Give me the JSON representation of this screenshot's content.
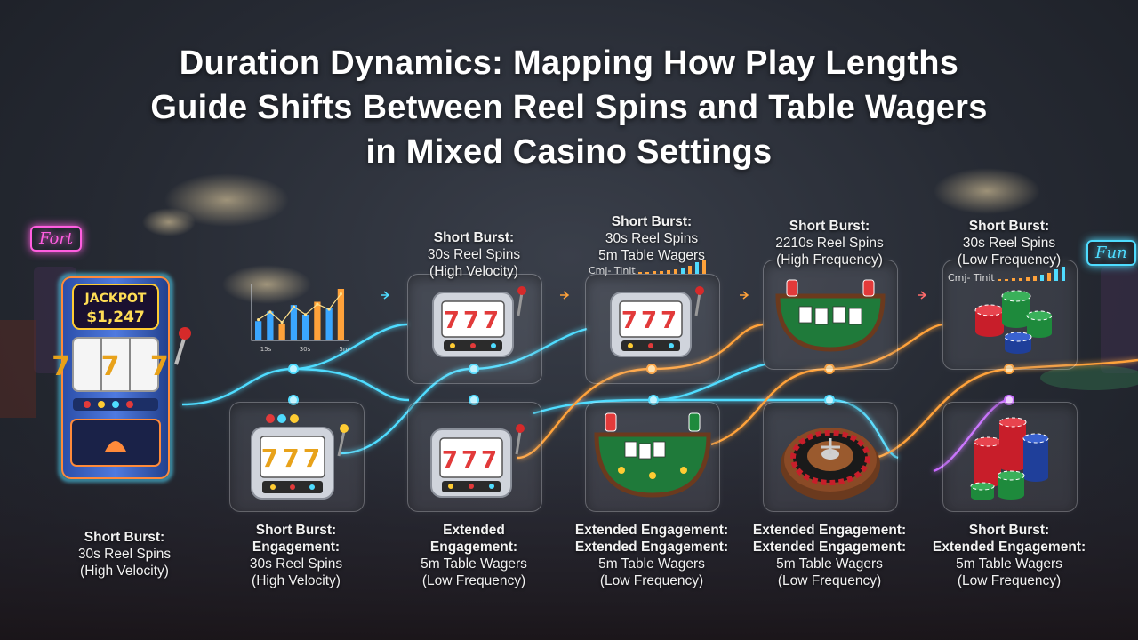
{
  "title": {
    "line1": "Duration Dynamics: Mapping How Play Lengths",
    "line2": "Guide Shifts Between Reel Spins and Table Wagers",
    "line3": "in Mixed Casino Settings"
  },
  "slot_machine": {
    "jackpot_label": "JACKPOT",
    "jackpot_amount": "$1,247",
    "reels": "7 7 7"
  },
  "neon_signs": {
    "left": "Fort",
    "right": "Fun"
  },
  "small_chart": {
    "values": [
      30,
      45,
      25,
      55,
      40,
      60,
      50,
      80
    ],
    "tick_labels": [
      "15s",
      "30s",
      "5m"
    ]
  },
  "top_cards": [
    {
      "icon": "slot-machine",
      "lines": [
        "Short Burst:",
        "30s Reel Spins",
        "(High Velocity)"
      ]
    },
    {
      "icon": "slot-machine",
      "lines": [
        "Short Burst:",
        "30s Reel Spins",
        "5m Table Wagers"
      ],
      "mini_label": "Cmj- Tinit"
    },
    {
      "icon": "card-table",
      "lines": [
        "Short Burst:",
        "2210s Reel Spins",
        "(High Frequency)"
      ]
    },
    {
      "icon": "chip-stacks",
      "lines": [
        "Short Burst:",
        "30s Reel Spins",
        "(Low Frequency)"
      ],
      "mini_label": "Cmj- Tinit"
    }
  ],
  "bottom_cards": [
    {
      "icon": "slot-machine",
      "lines": [
        "Short Burst:",
        "Engagement:",
        "30s Reel Spins",
        "(High Velocity)"
      ]
    },
    {
      "icon": "slot-machine",
      "lines": [
        "Extended",
        "Engagement:",
        "5m Table Wagers",
        "(Low Frequency)"
      ]
    },
    {
      "icon": "card-table",
      "lines": [
        "Extended Engagement:",
        "Extended Engagement:",
        "5m Table Wagers",
        "(Low Frequency)"
      ]
    },
    {
      "icon": "roulette-wheel",
      "lines": [
        "Extended Engagement:",
        "Extended Engagement:",
        "5m Table Wagers",
        "(Low Frequency)"
      ]
    },
    {
      "icon": "chip-stacks",
      "lines": [
        "Short Burst:",
        "Extended Engagement:",
        "5m Table Wagers",
        "(Low Frequency)"
      ]
    }
  ],
  "start_label": {
    "lines": [
      "Short Burst:",
      "30s Reel Spins",
      "(High Velocity)"
    ]
  },
  "colors": {
    "cyan": "#4fdcff",
    "orange": "#ffa23a",
    "purple": "#c86bff",
    "accent_red": "#e23a3a",
    "gold": "#ffcc33"
  }
}
